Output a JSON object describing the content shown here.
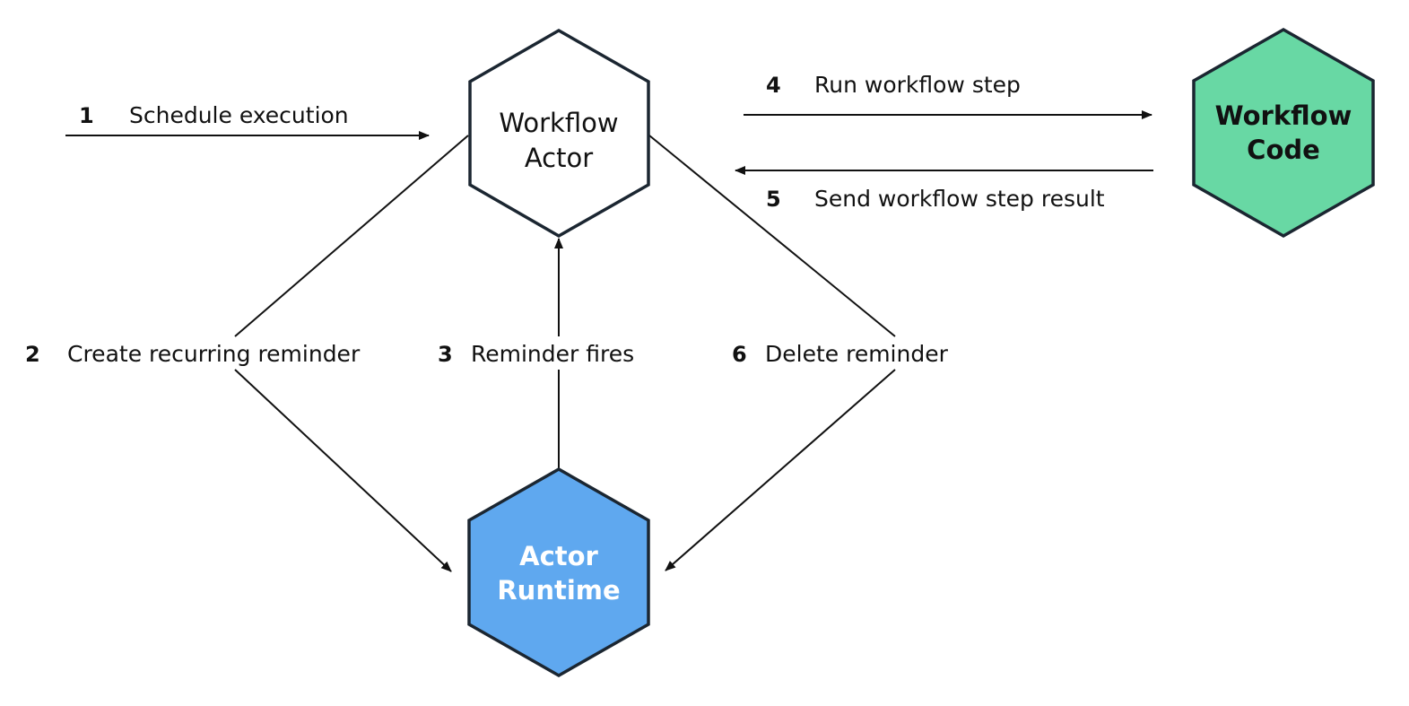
{
  "nodes": {
    "workflow_actor": {
      "line1": "Workflow",
      "line2": "Actor",
      "fill": "#ffffff",
      "text_color": "#111111"
    },
    "workflow_code": {
      "line1": "Workflow",
      "line2": "Code",
      "fill": "#68d8a4",
      "text_color": "#111111"
    },
    "actor_runtime": {
      "line1": "Actor",
      "line2": "Runtime",
      "fill": "#5fa8ef",
      "text_color": "#ffffff"
    }
  },
  "steps": [
    {
      "num": "1",
      "text": "Schedule execution"
    },
    {
      "num": "2",
      "text": "Create recurring reminder"
    },
    {
      "num": "3",
      "text": "Reminder fires"
    },
    {
      "num": "4",
      "text": "Run workflow step"
    },
    {
      "num": "5",
      "text": "Send workflow step result"
    },
    {
      "num": "6",
      "text": "Delete reminder"
    }
  ],
  "colors": {
    "stroke": "#1b2631",
    "edge": "#111111"
  }
}
